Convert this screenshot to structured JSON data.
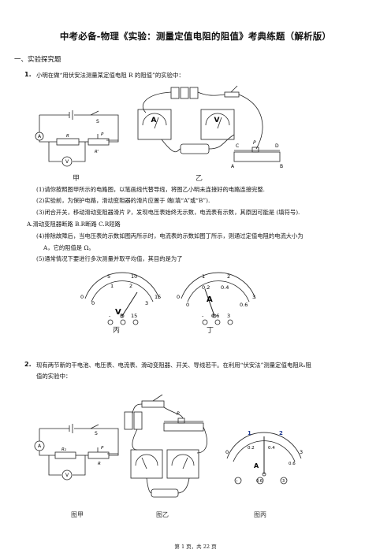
{
  "title": "中考必备-物理《实验：测量定值电阻的阻值》考典练题（解析版）",
  "section": "一、实验探究题",
  "q1": {
    "num": "1.",
    "intro": "小明在做“用伏安法测量某定值电阻 R 的阻值”的实验中：",
    "cap_jia": "甲",
    "cap_yi": "乙",
    "cap_bing": "丙",
    "cap_ding": "丁",
    "lines": [
      "(1)请你按照图甲所示的电路图，以笔画线代替导线，将图乙小明未连接好的电路连接完整.",
      "(2)实验前，为保护电路，滑动变阻器的滑片应置于          端(填“A”或“B”).",
      "(3)闭合开关，移动滑动变阻器滑片 P，发现电压表始终无示数，电流表有示数，其原因可能是          (填符号).",
      "A.滑动变阻器断路     B.R断路     C.R短路",
      "(4)排除故障后，当电压表的示数如图丙所示时，电流表的示数如图丁所示，则通过定值电阻的电流大小为",
      "        A，它的阻值是          Ω。",
      "(5)通常情况下要进行多次测量并取平均值，其目的是为了"
    ],
    "labels": {
      "s": "S",
      "r": "R",
      "p": "P",
      "rp": "R'",
      "a": "A",
      "v": "V",
      "c": "C",
      "d": "D",
      "a2": "A",
      "b": "B"
    },
    "vmeter": {
      "ticks_top": [
        "5",
        "10"
      ],
      "ticks_top2": [
        "0",
        "15"
      ],
      "ticks_bot": [
        "0",
        "1",
        "2",
        "3"
      ],
      "unit": "V",
      "terms": [
        "-",
        "3",
        "15"
      ]
    },
    "ameter": {
      "ticks_top": [
        "0",
        "1",
        "2",
        "3"
      ],
      "ticks_bot": [
        "0",
        "0.2",
        "0.4",
        "0.6"
      ],
      "unit": "A",
      "terms": [
        "-",
        "0.6",
        "3"
      ]
    }
  },
  "q2": {
    "num": "2.",
    "text1": "现有两节新的干电池、电压表、电流表、滑动变阻器、开关、导线若干。在利用“伏安法”测量定值电阻Rₓ阻",
    "text2": "值的实验中：",
    "cap_jia": "图甲",
    "cap_yi": "图乙",
    "cap_bing": "图丙",
    "labels": {
      "s": "S",
      "a": "A",
      "r2": "R₂",
      "p": "P",
      "r": "R",
      "v": "V",
      "p2": "P"
    },
    "meter": {
      "ticks_top": [
        "0",
        "1",
        "2",
        "3"
      ],
      "ticks_bot": [
        "0.2",
        "0.4",
        "0.6"
      ],
      "unit": "A",
      "terms": [
        "-",
        "0.6",
        "3"
      ]
    }
  },
  "footer": "第 1 页，共 22 页"
}
